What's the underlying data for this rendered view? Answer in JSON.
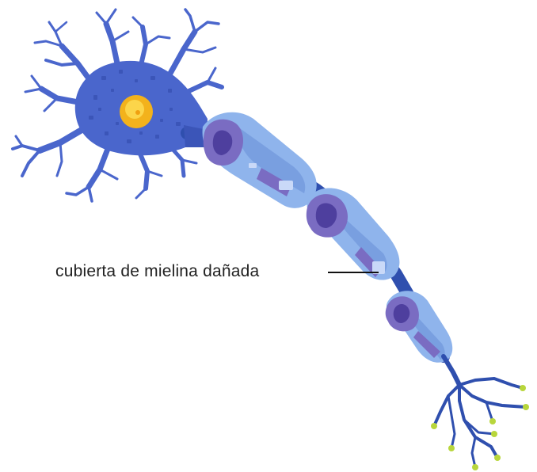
{
  "diagram": {
    "subject": "neuron with damaged myelin sheath",
    "labels": [
      {
        "id": "damaged-myelin",
        "text": "cubierta de mielina dañada"
      }
    ]
  },
  "colors": {
    "cell_body": "#4a66cc",
    "cell_body_dark": "#3b55b8",
    "nucleus": "#f3b21c",
    "nucleus_light": "#fcd54a",
    "axon": "#2f4fae",
    "myelin_light": "#8fb4ec",
    "myelin_mid": "#6f96dc",
    "myelin_inner": "#7a6cc2",
    "myelin_inner_dark": "#4e3f9e",
    "terminal_bulb": "#b8d63c",
    "leader_line": "#111111",
    "label_text": "#222222"
  }
}
